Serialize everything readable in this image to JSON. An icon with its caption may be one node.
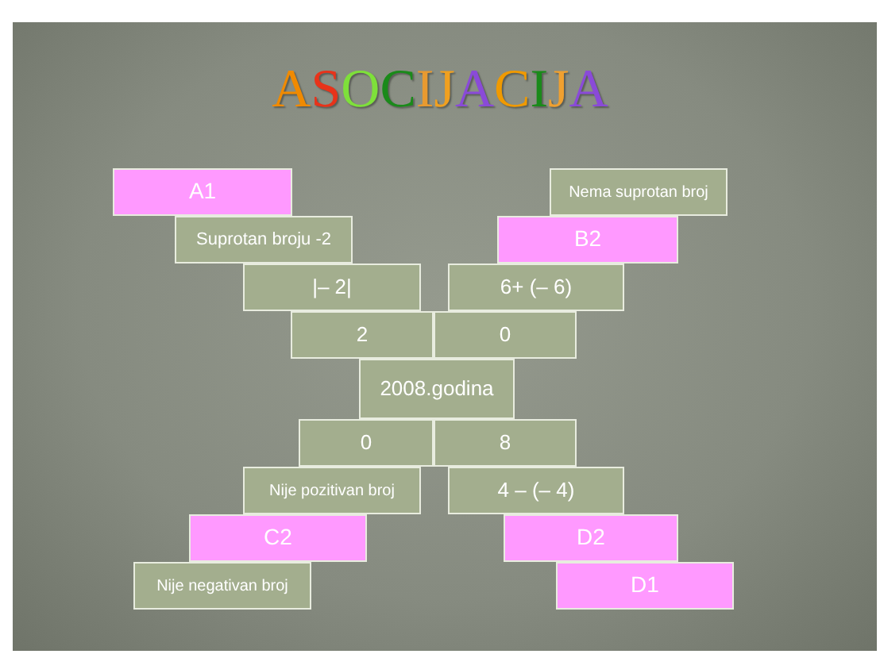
{
  "diagram": {
    "title": "ASOCIJACIJA",
    "nodes": [
      {
        "text": [
          "A1"
        ]
      },
      {
        "text": [
          "Nema suprotan broj"
        ]
      },
      {
        "text": [
          "Suprotan broju -2"
        ]
      },
      {
        "text": [
          "B2"
        ]
      },
      {
        "text": [
          "|– 2|"
        ]
      },
      {
        "text": [
          "6+ (– 6)"
        ]
      },
      {
        "text": [
          "2"
        ]
      },
      {
        "text": [
          "0"
        ]
      },
      {
        "text": [
          "2008.godina"
        ]
      },
      {
        "text": [
          "0"
        ]
      },
      {
        "text": [
          "8"
        ]
      },
      {
        "text": [
          "Nije pozitivan broj"
        ]
      },
      {
        "text": [
          "4 – (– 4)"
        ]
      },
      {
        "text": [
          "C2"
        ]
      },
      {
        "text": [
          "D2"
        ]
      },
      {
        "text": [
          "Nije negativan broj"
        ]
      },
      {
        "text": [
          "D1"
        ]
      }
    ]
  }
}
